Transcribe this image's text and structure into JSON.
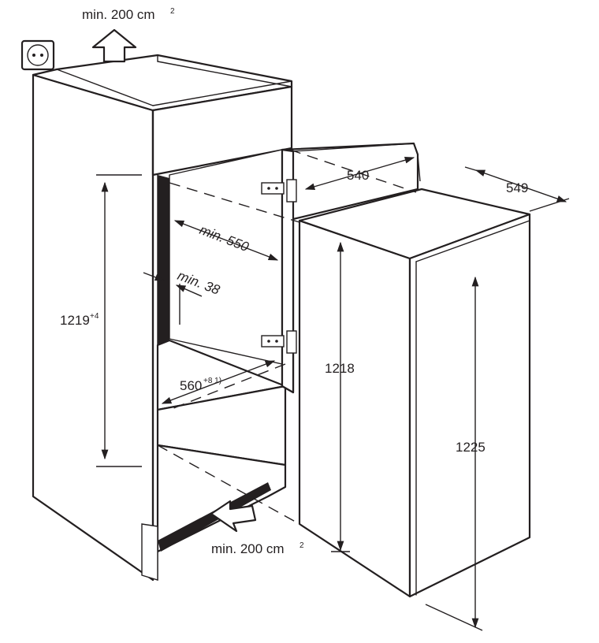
{
  "labels": {
    "vent_top": "min. 200 cm",
    "vent_top_sup": "2",
    "vent_bottom": "min. 200 cm",
    "vent_bottom_sup": "2",
    "niche_depth": "min. 550",
    "gap": "min. 38",
    "niche_height": "1219",
    "niche_height_sup": "+4",
    "niche_width": "560",
    "niche_width_sup": "+8 1)",
    "appliance_width": "540",
    "appliance_depth": "549",
    "appliance_height": "1218",
    "appliance_total_height": "1225"
  },
  "icons": {
    "socket": "power-socket-icon",
    "airflow_up": "arrow-up-icon",
    "airflow_in": "arrow-left-icon"
  },
  "colors": {
    "line": "#231f20",
    "background": "#ffffff"
  }
}
